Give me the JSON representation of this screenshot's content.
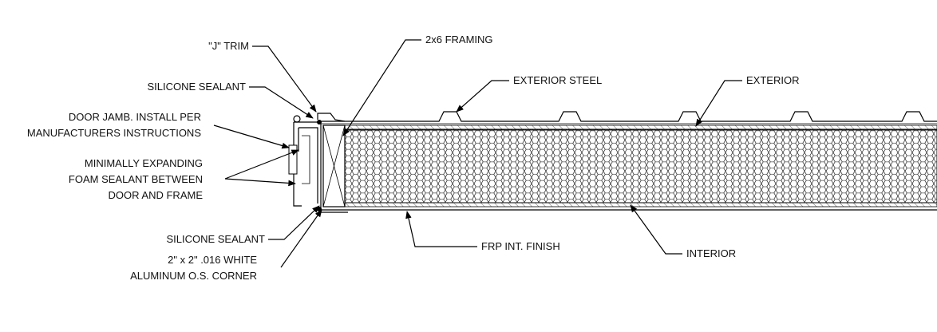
{
  "title": "",
  "labels": {
    "j_trim": "\"J\" TRIM",
    "silicone_top": "SILICONE SEALANT",
    "door_jamb_1": "DOOR JAMB. INSTALL PER",
    "door_jamb_2": "MANUFACTURERS INSTRUCTIONS",
    "foam_1": "MINIMALLY EXPANDING",
    "foam_2": "FOAM SEALANT BETWEEN",
    "foam_3": "DOOR AND FRAME",
    "silicone_bottom": "SILICONE SEALANT",
    "corner_1": "2\" x 2\" .016 WHITE",
    "corner_2": "ALUMINUM O.S. CORNER",
    "framing": "2x6 FRAMING",
    "exterior_steel": "EXTERIOR STEEL",
    "exterior": "EXTERIOR",
    "frp": "FRP INT. FINISH",
    "interior": "INTERIOR"
  },
  "colors": {
    "line": "#000000",
    "background": "#ffffff"
  }
}
